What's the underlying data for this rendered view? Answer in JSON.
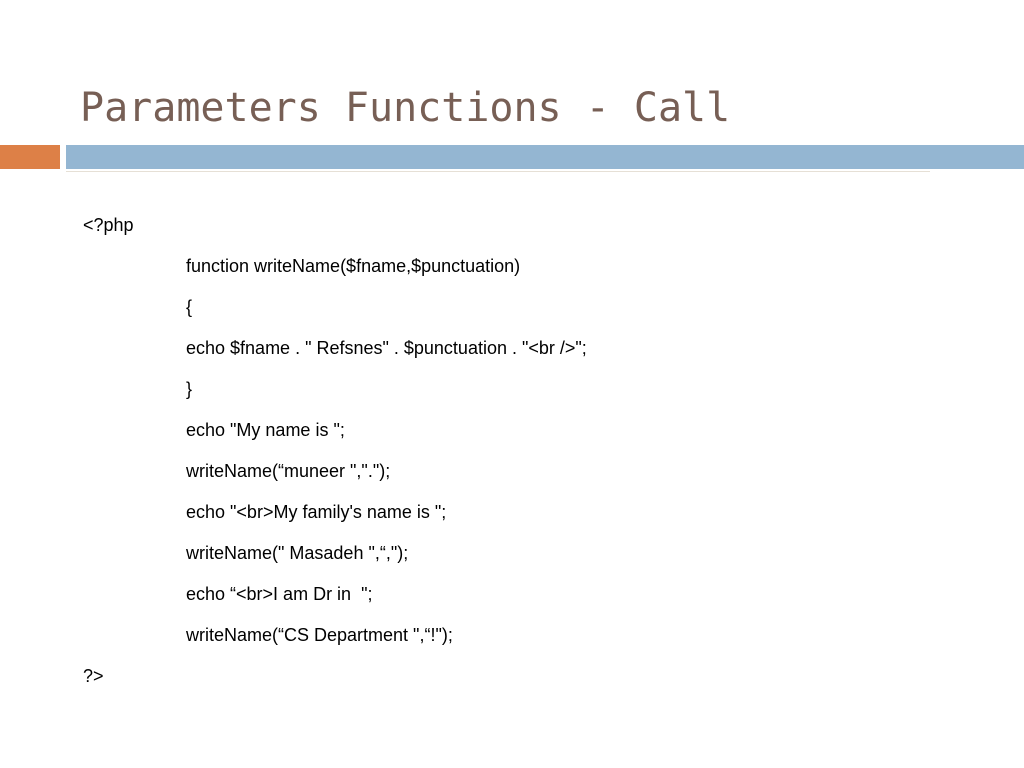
{
  "slide": {
    "title": "Parameters Functions - Call",
    "accent_colors": {
      "title": "#775f55",
      "orange_bar": "#dd8047",
      "blue_bar": "#94b6d2"
    }
  },
  "code": {
    "lines": [
      "<?php",
      "function writeName($fname,$punctuation)",
      "{",
      "echo $fname . \" Refsnes\" . $punctuation . \"<br />\";",
      "}",
      "echo \"My name is \";",
      "writeName(“muneer \",\".\");",
      "echo \"<br>My family's name is \";",
      "writeName(\" Masadeh \",“,\");",
      "echo “<br>I am Dr in  \";",
      "writeName(“CS Department \",“!\");",
      "?>"
    ]
  }
}
